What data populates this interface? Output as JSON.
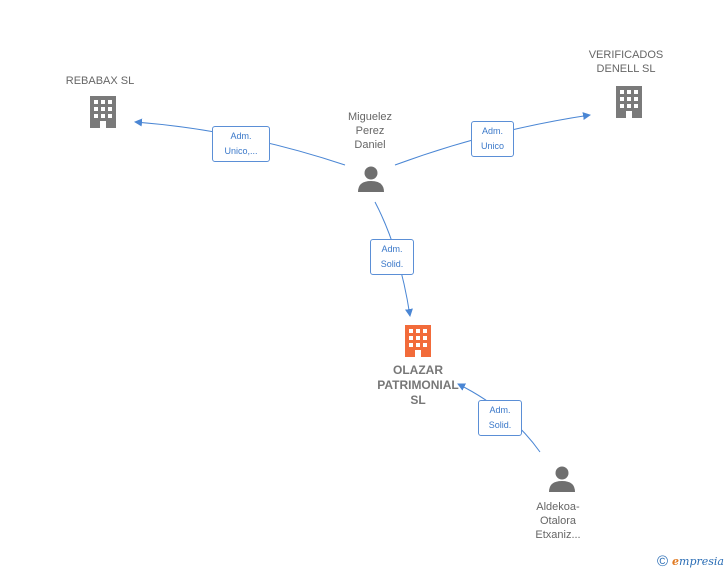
{
  "nodes": {
    "rebabax": {
      "label": "REBABAX SL"
    },
    "verificados": {
      "label": "VERIFICADOS\nDENELL  SL"
    },
    "miguelez": {
      "label": "Miguelez\nPerez\nDaniel"
    },
    "olazar": {
      "label": "OLAZAR\nPATRIMONIAL\nSL"
    },
    "aldekoa": {
      "label": "Aldekoa-\nOtalora\nEtxaniz..."
    }
  },
  "edges": {
    "to_rebabax": {
      "label": "Adm.\nUnico,..."
    },
    "to_verificados": {
      "label": "Adm.\nUnico"
    },
    "miguelez_to_olazar": {
      "label": "Adm.\nSolid."
    },
    "aldekoa_to_olazar": {
      "label": "Adm.\nSolid."
    }
  },
  "colors": {
    "edge": "#4a86d4",
    "company_icon": "#7a7a7a",
    "main_company_icon": "#f26b3a",
    "person_icon": "#6f6f6f"
  },
  "footer": {
    "copyright": "©",
    "brand_e": "e",
    "brand_rest": "mpresia"
  }
}
